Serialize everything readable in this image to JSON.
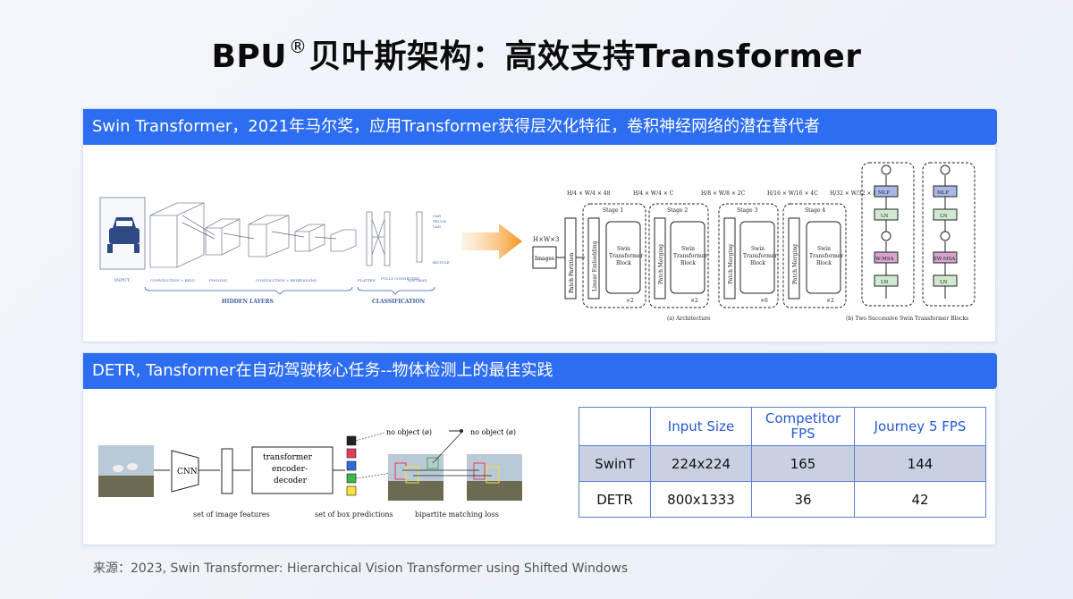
{
  "page": {
    "title_pre": "BPU",
    "title_mark": "®",
    "title_post": "贝叶斯架构：高效支持Transformer",
    "footer": "来源：2023,  Swin Transformer: Hierarchical Vision Transformer using Shifted Windows"
  },
  "section1": {
    "header": "Swin Transformer，2021年马尔奖，应用Transformer获得层次化特征，卷积神经网络的潜在替代者",
    "cnn_figure": {
      "input": "INPUT",
      "layers": [
        "CONVOLUTION + RELU",
        "POOLING",
        "CONVOLUTION + RELU",
        "POOLING",
        "FLATTEN",
        "FULLY CONNECTED",
        "SOFTMAX"
      ],
      "classes": [
        "CAR",
        "TRUCK",
        "VAN",
        "BICYCLE"
      ],
      "hidden_layers": "HIDDEN LAYERS",
      "classification": "CLASSIFICATION"
    },
    "swin_figure": {
      "input_dims": "H×W×3",
      "images": "Images",
      "patch_partition": "Patch Partition",
      "linear_embedding": "Linear Embedding",
      "patch_merging": "Patch Merging",
      "block_label": [
        "Swin",
        "Transformer",
        "Block"
      ],
      "stages": [
        "Stage 1",
        "Stage 2",
        "Stage 3",
        "Stage 4"
      ],
      "dims": [
        "H/4 × W/4 × 48",
        "H/4 × W/4 × C",
        "H/8 × W/8 × 2C",
        "H/16 × W/16 × 4C",
        "H/32 × W/32 × 8C"
      ],
      "repeats": [
        "×2",
        "×2",
        "×6",
        "×2"
      ],
      "caption_a": "(a) Architecture",
      "caption_b": "(b) Two Successive Swin Transformer Blocks",
      "mlp": "MLP",
      "ln": "LN",
      "wmsa": "W-MSA",
      "swmsa": "SW-MSA"
    }
  },
  "section2": {
    "header": "DETR, Tansformer在自动驾驶核心任务--物体检测上的最佳实践",
    "detr_figure": {
      "cnn": "CNN",
      "transformer": [
        "transformer",
        "encoder-",
        "decoder"
      ],
      "features_caption": "set of image features",
      "predictions_caption": "set of box predictions",
      "matching_caption": "bipartite matching loss",
      "no_object": "no object (ø)"
    },
    "table": {
      "headers": [
        "",
        "Input Size",
        "Competitor\nFPS",
        "Journey 5 FPS"
      ],
      "rows": [
        [
          "SwinT",
          "224x224",
          "165",
          "144"
        ],
        [
          "DETR",
          "800x1333",
          "36",
          "42"
        ]
      ]
    }
  }
}
